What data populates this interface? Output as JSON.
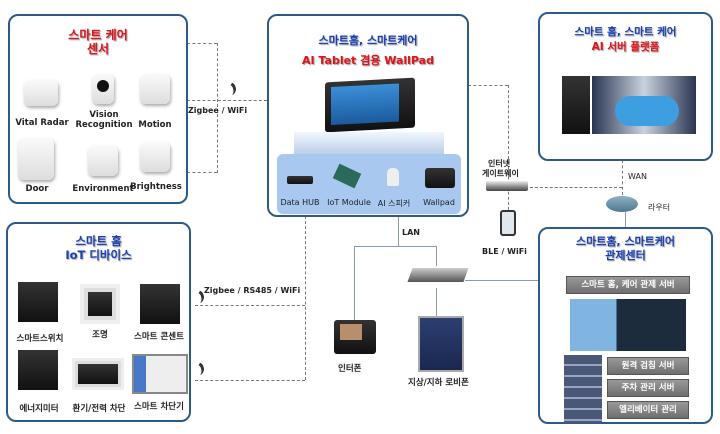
{
  "care_sensors": {
    "title1": "스마트 케어",
    "title2": "센서",
    "items": [
      "Vital Radar",
      "Vision",
      "Recognition",
      "Motion",
      "Door",
      "Environment",
      "Brightness"
    ]
  },
  "wallpad": {
    "title1": "스마트홈, 스마트케어",
    "title2": "AI Tablet 겸용 WallPad",
    "items": [
      "Data HUB",
      "IoT Module",
      "AI 스피커",
      "Wallpad"
    ]
  },
  "ai_server": {
    "title1": "스마트 홈, 스마트 케어",
    "title2": "AI 서버 플랫폼"
  },
  "iot_devices": {
    "title1": "스마트 홈",
    "title2": "IoT 디바이스",
    "items": [
      "스마트스위치",
      "조명",
      "스마트 콘센트",
      "에너지미터",
      "환기/전력 차단",
      "스마트 차단기"
    ]
  },
  "control_center": {
    "title1": "스마트홈, 스마트케어",
    "title2": "관제센터",
    "main_server": "스마트 홈, 케어 관제 서버",
    "servers": [
      "원격 검침 서버",
      "주차 관리 서버",
      "엘리베이터 관리"
    ]
  },
  "links": {
    "zigbee_wifi": "Zigbee / WiFi",
    "zigbee_rs485_wifi": "Zigbee / RS485 / WiFi",
    "lan": "LAN",
    "wan": "WAN",
    "ble_wifi": "BLE / WiFi",
    "gateway1": "인터넷",
    "gateway2": "게이트웨이",
    "router": "라우터",
    "intercom": "인터폰",
    "lobby": "지상/지하 로비폰"
  }
}
